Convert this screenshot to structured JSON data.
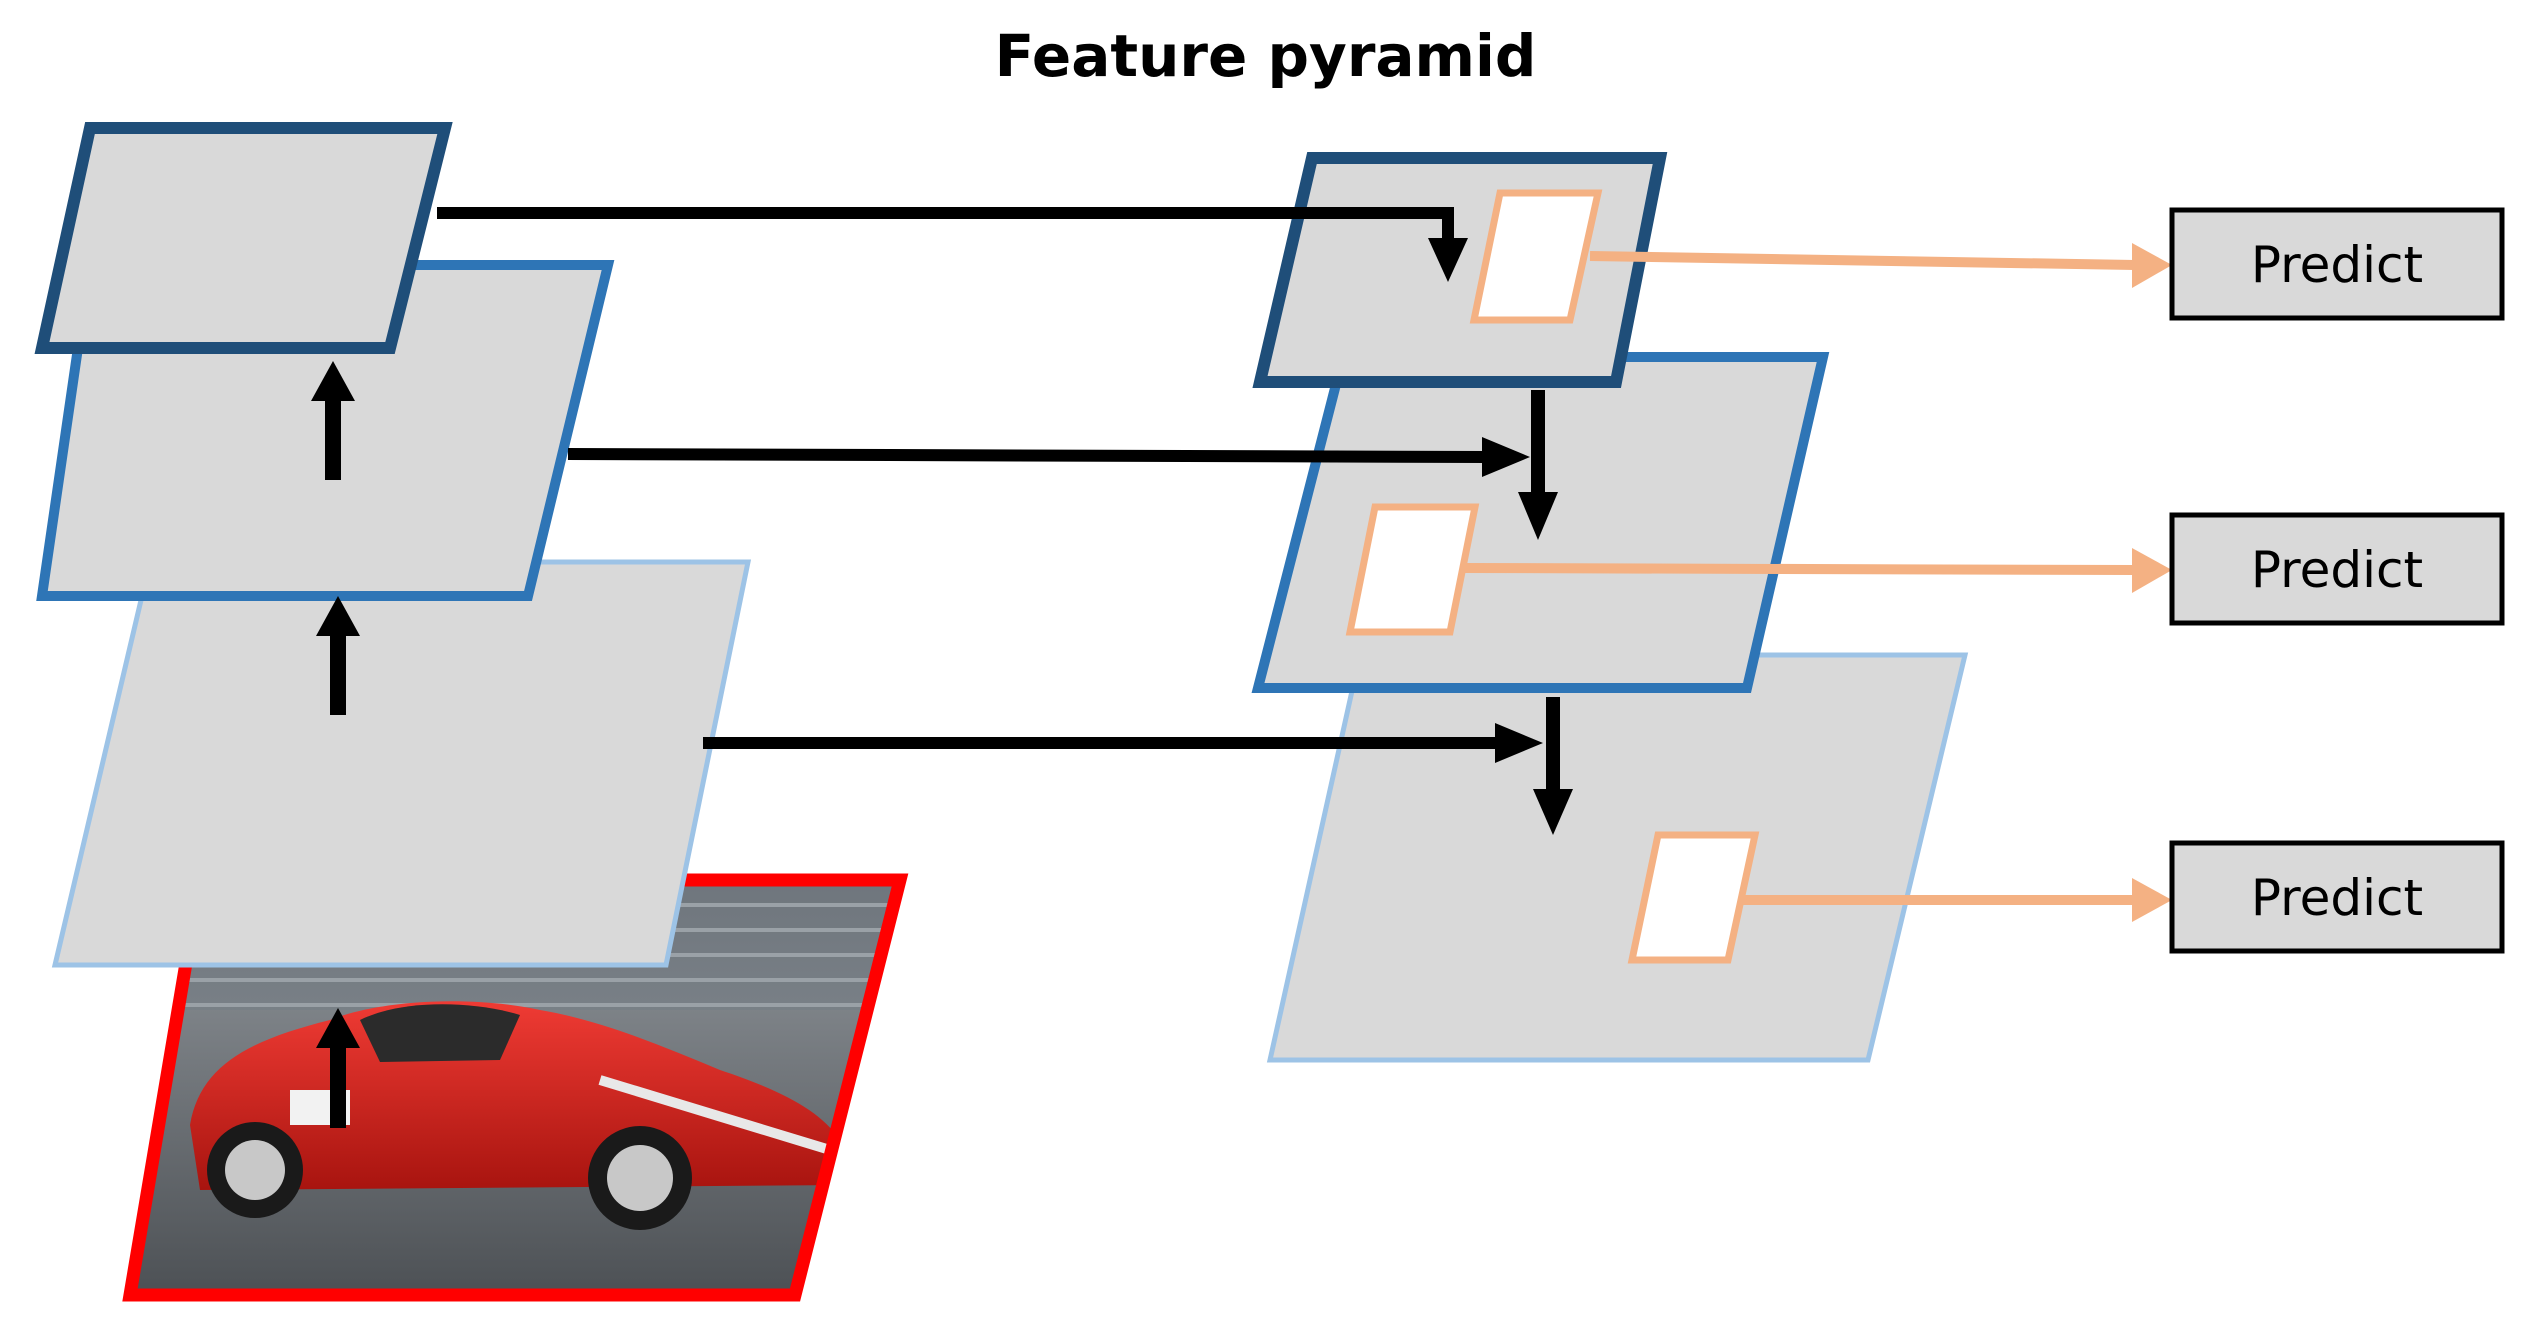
{
  "title": "Feature pyramid",
  "predict_labels": [
    "Predict",
    "Predict",
    "Predict"
  ],
  "colors": {
    "layer_fill": "#d9d9d9",
    "level_top_border": "#1f4e79",
    "level_mid_border": "#2e75b6",
    "level_bottom_border": "#9dc3e6",
    "input_border": "#ff0000",
    "anchor_border": "#f4b183",
    "predict_arrow": "#f4b183",
    "arrow": "#000000"
  },
  "icons": [
    "car-photo",
    "arrow-up-icon",
    "arrow-right-icon",
    "arrow-down-icon"
  ]
}
